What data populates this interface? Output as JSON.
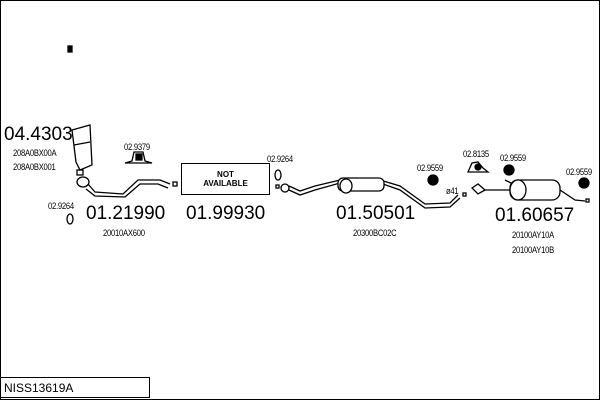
{
  "reference": "NISS13619A",
  "not_available": [
    "NOT",
    "AVAILABLE"
  ],
  "parts": {
    "catalyst": {
      "number": "04.4303",
      "oem": [
        "208A0BX00A",
        "208A0BX001"
      ]
    },
    "front_pipe": {
      "number": "01.21990",
      "oem": [
        "20010AX600"
      ]
    },
    "centre_na": {
      "number": "01.99930"
    },
    "middle_silencer": {
      "number": "01.50501",
      "oem": [
        "20300BC02C"
      ]
    },
    "rear_silencer": {
      "number": "01.60657",
      "oem": [
        "20100AY10A",
        "20100AY10B"
      ]
    }
  },
  "small_parts": {
    "gasket_a": "02.9264",
    "mount_a": "02.9379",
    "gasket_b": "02.9264",
    "rubber_a": "02.9559",
    "clamp": "02.8135",
    "rubber_b": "02.9559",
    "rubber_c": "02.9559",
    "diameter": "ø41"
  }
}
